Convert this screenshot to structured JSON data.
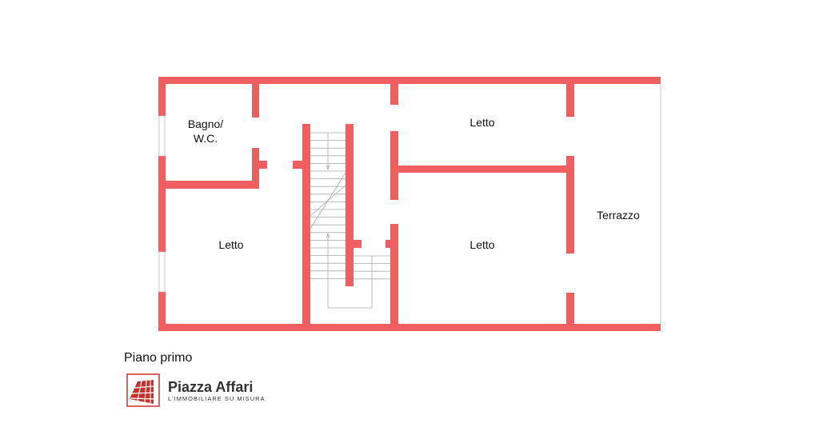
{
  "rooms": {
    "bathroom": [
      "Bagno/",
      "W.C."
    ],
    "bedroom_left": "Letto",
    "bedroom_top_right": "Letto",
    "bedroom_bottom_right": "Letto",
    "terrace": "Terrazzo"
  },
  "caption": "Piano primo",
  "logo": {
    "name": "Piazza Affari",
    "tagline": "L'IMMOBILIARE SU MISURA"
  },
  "colors": {
    "wall": "#f05f5f",
    "stair_line": "#aaaaaa",
    "logo_red": "#c8302c"
  }
}
